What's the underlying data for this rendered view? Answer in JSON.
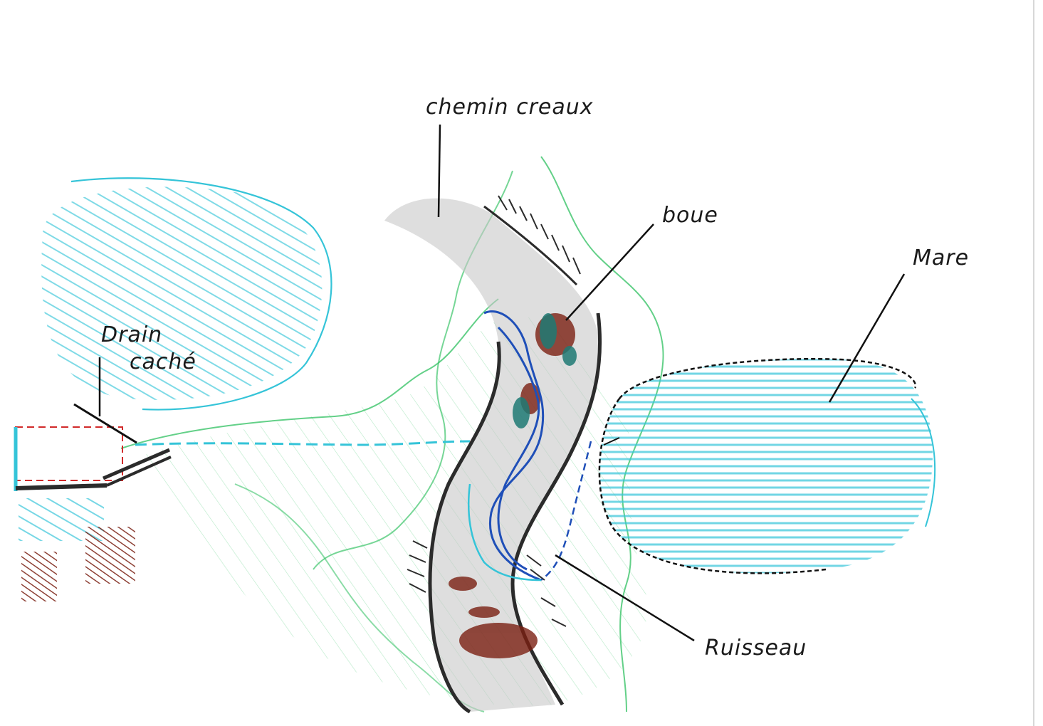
{
  "labels": {
    "path": "chemin creaux",
    "mud": "boue",
    "pond": "Mare",
    "drain_line1": "Drain",
    "drain_line2": "caché",
    "stream": "Ruisseau"
  },
  "colors": {
    "paper": "#ffffff",
    "cyan_hatch": "#35c4d8",
    "green_outline": "#3cc46a",
    "graphite": "#2b2b2b",
    "path_shading": "#9a9a9a",
    "mud_brown": "#7a1f12",
    "stream_blue": "#1f4fb8",
    "drain_red": "#d12a2a",
    "teal_mud": "#1f7a74"
  }
}
